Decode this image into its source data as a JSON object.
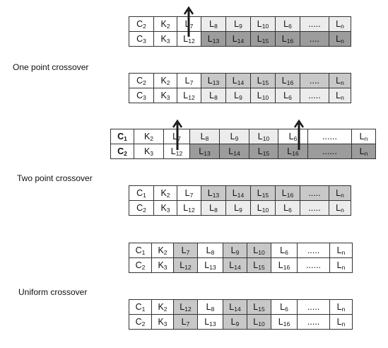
{
  "colors": {
    "white": "#ffffff",
    "light": "#ececec",
    "medium": "#c8c8c8",
    "dark": "#9c9c9c",
    "arrow": "#1a1a1a"
  },
  "labels": {
    "one_point": "One point crossover",
    "two_point": "Two point crossover",
    "uniform": "Uniform  crossover"
  },
  "one_point_parents": [
    [
      {
        "t": "C",
        "s": "2",
        "c": 0
      },
      {
        "t": "K",
        "s": "2",
        "c": 0
      },
      {
        "t": "L",
        "s": "7",
        "c": 0
      },
      {
        "t": "L",
        "s": "8",
        "c": 1
      },
      {
        "t": "L",
        "s": "9",
        "c": 1
      },
      {
        "t": "L",
        "s": "10",
        "c": 1
      },
      {
        "t": "L",
        "s": "6",
        "c": 1
      },
      {
        "t": ".....",
        "s": "",
        "c": 1
      },
      {
        "t": "L",
        "s": "n",
        "c": 1
      }
    ],
    [
      {
        "t": "C",
        "s": "3",
        "c": 0
      },
      {
        "t": "K",
        "s": "3",
        "c": 0
      },
      {
        "t": "L",
        "s": "12",
        "c": 0
      },
      {
        "t": "L",
        "s": "13",
        "c": 3
      },
      {
        "t": "L",
        "s": "14",
        "c": 3
      },
      {
        "t": "L",
        "s": "15",
        "c": 3
      },
      {
        "t": "L",
        "s": "16",
        "c": 3
      },
      {
        "t": "....",
        "s": "",
        "c": 3
      },
      {
        "t": "L",
        "s": "n",
        "c": 3
      }
    ]
  ],
  "one_point_offspring": [
    [
      {
        "t": "C",
        "s": "2",
        "c": 0
      },
      {
        "t": "K",
        "s": "2",
        "c": 0
      },
      {
        "t": "L",
        "s": "7",
        "c": 0
      },
      {
        "t": "L",
        "s": "13",
        "c": 2
      },
      {
        "t": "L",
        "s": "14",
        "c": 2
      },
      {
        "t": "L",
        "s": "15",
        "c": 2
      },
      {
        "t": "L",
        "s": "16",
        "c": 2
      },
      {
        "t": "....",
        "s": "",
        "c": 2
      },
      {
        "t": "L",
        "s": "n",
        "c": 2
      }
    ],
    [
      {
        "t": "C",
        "s": "3",
        "c": 0
      },
      {
        "t": "K",
        "s": "3",
        "c": 0
      },
      {
        "t": "L",
        "s": "12",
        "c": 0
      },
      {
        "t": "L",
        "s": "8",
        "c": 1
      },
      {
        "t": "L",
        "s": "9",
        "c": 1
      },
      {
        "t": "L",
        "s": "10",
        "c": 1
      },
      {
        "t": "L",
        "s": "6",
        "c": 1
      },
      {
        "t": ".....",
        "s": "",
        "c": 1
      },
      {
        "t": "L",
        "s": "n",
        "c": 1
      }
    ]
  ],
  "two_point_parents": [
    [
      {
        "t": "C",
        "s": "1",
        "c": 0,
        "b": true
      },
      {
        "t": "K",
        "s": "2",
        "c": 0
      },
      {
        "t": "L",
        "s": "7",
        "c": 0
      },
      {
        "t": "L",
        "s": "8",
        "c": 1
      },
      {
        "t": "L",
        "s": "9",
        "c": 1
      },
      {
        "t": "L",
        "s": "10",
        "c": 1
      },
      {
        "t": "L",
        "s": "6",
        "c": 0
      },
      {
        "t": "......",
        "s": "",
        "c": 0
      },
      {
        "t": "L",
        "s": "n",
        "c": 0
      }
    ],
    [
      {
        "t": "C",
        "s": "2",
        "c": 0,
        "b": true
      },
      {
        "t": "K",
        "s": "3",
        "c": 0
      },
      {
        "t": "L",
        "s": "12",
        "c": 0
      },
      {
        "t": "L",
        "s": "13",
        "c": 3
      },
      {
        "t": "L",
        "s": "14",
        "c": 3
      },
      {
        "t": "L",
        "s": "15",
        "c": 3
      },
      {
        "t": "L",
        "s": "16",
        "c": 3
      },
      {
        "t": "......",
        "s": "",
        "c": 3
      },
      {
        "t": "L",
        "s": "n",
        "c": 3
      }
    ]
  ],
  "two_point_offspring": [
    [
      {
        "t": "C",
        "s": "1",
        "c": 0
      },
      {
        "t": "K",
        "s": "2",
        "c": 0
      },
      {
        "t": "L",
        "s": "7",
        "c": 0
      },
      {
        "t": "L",
        "s": "13",
        "c": 2
      },
      {
        "t": "L",
        "s": "14",
        "c": 2
      },
      {
        "t": "L",
        "s": "15",
        "c": 2
      },
      {
        "t": "L",
        "s": "16",
        "c": 2
      },
      {
        "t": ".....",
        "s": "",
        "c": 2
      },
      {
        "t": "L",
        "s": "n",
        "c": 2
      }
    ],
    [
      {
        "t": "C",
        "s": "2",
        "c": 0
      },
      {
        "t": "K",
        "s": "3",
        "c": 0
      },
      {
        "t": "L",
        "s": "12",
        "c": 0
      },
      {
        "t": "L",
        "s": "8",
        "c": 1
      },
      {
        "t": "L",
        "s": "9",
        "c": 1
      },
      {
        "t": "L",
        "s": "10",
        "c": 1
      },
      {
        "t": "L",
        "s": "6",
        "c": 1
      },
      {
        "t": ".....",
        "s": "",
        "c": 1
      },
      {
        "t": "L",
        "s": "n",
        "c": 1
      }
    ]
  ],
  "uniform_parents": [
    [
      {
        "t": "C",
        "s": "1",
        "c": 0
      },
      {
        "t": "K",
        "s": "2",
        "c": 0
      },
      {
        "t": "L",
        "s": "7",
        "c": 2
      },
      {
        "t": "L",
        "s": "8",
        "c": 0
      },
      {
        "t": "L",
        "s": "9",
        "c": 2
      },
      {
        "t": "L",
        "s": "10",
        "c": 2
      },
      {
        "t": "L",
        "s": "6",
        "c": 0
      },
      {
        "t": ".....",
        "s": "",
        "c": 0
      },
      {
        "t": "L",
        "s": "n",
        "c": 0
      }
    ],
    [
      {
        "t": "C",
        "s": "2",
        "c": 0
      },
      {
        "t": "K",
        "s": "3",
        "c": 0
      },
      {
        "t": "L",
        "s": "12",
        "c": 2
      },
      {
        "t": "L",
        "s": "13",
        "c": 0
      },
      {
        "t": "L",
        "s": "14",
        "c": 2
      },
      {
        "t": "L",
        "s": "15",
        "c": 2
      },
      {
        "t": "L",
        "s": "16",
        "c": 0
      },
      {
        "t": "......",
        "s": "",
        "c": 0
      },
      {
        "t": "L",
        "s": "n",
        "c": 0
      }
    ]
  ],
  "uniform_offspring": [
    [
      {
        "t": "C",
        "s": "1",
        "c": 0
      },
      {
        "t": "K",
        "s": "2",
        "c": 0
      },
      {
        "t": "L",
        "s": "12",
        "c": 2
      },
      {
        "t": "L",
        "s": "8",
        "c": 0
      },
      {
        "t": "L",
        "s": "14",
        "c": 2
      },
      {
        "t": "L",
        "s": "15",
        "c": 2
      },
      {
        "t": "L",
        "s": "6",
        "c": 0
      },
      {
        "t": ".....",
        "s": "",
        "c": 0
      },
      {
        "t": "L",
        "s": "n",
        "c": 0
      }
    ],
    [
      {
        "t": "C",
        "s": "2",
        "c": 0
      },
      {
        "t": "K",
        "s": "3",
        "c": 0
      },
      {
        "t": "L",
        "s": "7",
        "c": 2
      },
      {
        "t": "L",
        "s": "13",
        "c": 0
      },
      {
        "t": "L",
        "s": "9",
        "c": 2
      },
      {
        "t": "L",
        "s": "10",
        "c": 2
      },
      {
        "t": "L",
        "s": "16",
        "c": 0
      },
      {
        "t": ".....",
        "s": "",
        "c": 0
      },
      {
        "t": "L",
        "s": "n",
        "c": 0
      }
    ]
  ]
}
